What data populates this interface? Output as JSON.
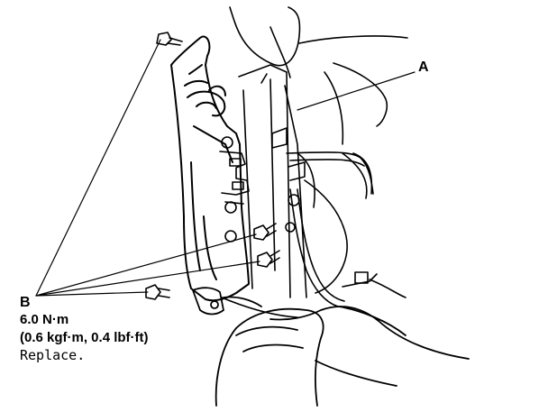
{
  "callouts": {
    "a": "A",
    "b": "B"
  },
  "spec": {
    "torque_nm": "6.0 N·m",
    "torque_alt": "(0.6 kgf·m, 0.4 lbf·ft)",
    "note": "Replace."
  },
  "colors": {
    "line": "#000000",
    "background": "#ffffff"
  }
}
